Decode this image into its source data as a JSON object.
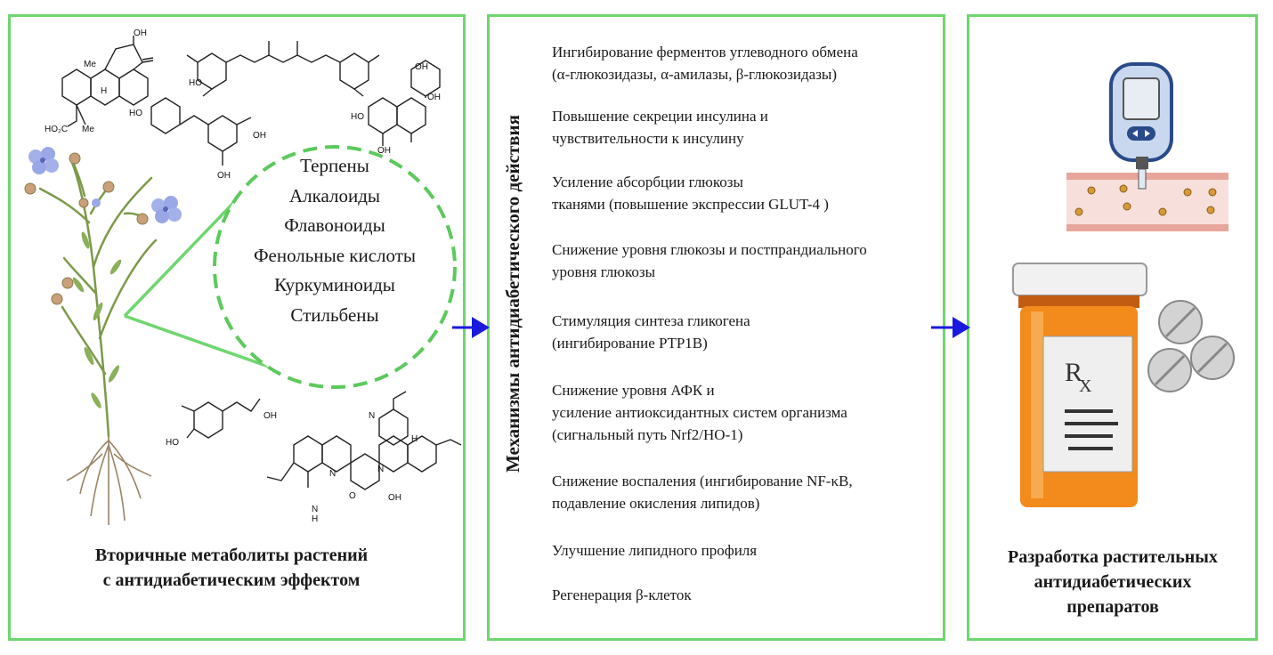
{
  "left_panel": {
    "compound_classes": [
      "Терпены",
      "Алкалоиды",
      "Флавоноиды",
      "Фенольные кислоты",
      "Куркуминоиды",
      "Стильбены"
    ],
    "caption_line1": "Вторичные метаболиты растений",
    "caption_line2": "с антидиабетическим эффектом",
    "structure_labels": {
      "terpene_oh": "OH",
      "terpene_me1": "Me",
      "terpene_h": "H",
      "terpene_ho2c": "HO₂C",
      "terpene_me2": "Me",
      "curcumin_ho": "HO",
      "stilbene_ho": "HO",
      "stilbene_oh1": "OH",
      "stilbene_oh2": "OH",
      "flavonoid_ho": "HO",
      "flavonoid_oh1": "OH",
      "flavonoid_oh2": "OH",
      "flavonoid_oh3": "OH",
      "ferulic_oh": "OH",
      "ferulic_ho": "HO",
      "alkaloid_n1": "N",
      "alkaloid_h1": "H",
      "alkaloid_n2": "N",
      "alkaloid_n3": "N",
      "alkaloid_h2": "H",
      "alkaloid_o": "O",
      "alkaloid_oh": "OH",
      "alkaloid_n4": "N"
    }
  },
  "middle_panel": {
    "title": "Механизмы антидиабетического действия",
    "mechanisms": [
      {
        "line1": "Ингибирование ферментов углеводного обмена",
        "line2": "(α-глюкозидазы, α-амилазы, β-глюкозидазы)"
      },
      {
        "line1": "Повышение секреции инсулина и",
        "line2": "чувствительности к инсулину"
      },
      {
        "line1": "Усиление абсорбции глюкозы",
        "line2": "тканями (повышение экспрессии GLUT-4 )"
      },
      {
        "line1": "Снижение уровня глюкозы и постпрандиального",
        "line2": "уровня глюкозы"
      },
      {
        "line1": "Стимуляция синтеза гликогена",
        "line2": "(ингибирование PTP1B)"
      },
      {
        "line1": "Снижение уровня АФК и",
        "line2": "усиление антиоксидантных систем организма",
        "line3": "(сигнальный путь Nrf2/HO-1)"
      },
      {
        "line1": "Снижение воспаления (ингибирование NF-κB,",
        "line2": "подавление окисления липидов)"
      },
      {
        "line1": "Улучшение липидного профиля"
      },
      {
        "line1": "Регенерация β-клеток"
      }
    ]
  },
  "right_panel": {
    "caption_line1": "Разработка растительных",
    "caption_line2": "антидиабетических",
    "caption_line3": "препаратов",
    "rx_label": "R",
    "rx_sub": "X"
  },
  "colors": {
    "panel_border": "#6fd66f",
    "dashed_circle": "#5cc95c",
    "arrow": "#1a1adf",
    "bottle_orange": "#f28a1c",
    "flower_blue": "#9aa8e8"
  }
}
